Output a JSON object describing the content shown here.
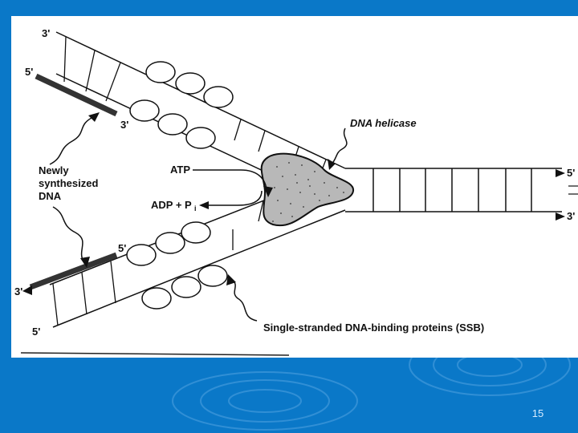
{
  "slide": {
    "page_number": "15",
    "colors": {
      "background": "#0a78c8",
      "panel": "#ffffff",
      "ink": "#111111",
      "helicase_fill": "#b8b8b8"
    }
  },
  "diagram": {
    "labels": {
      "top_left_3": "3'",
      "top_left_5": "5'",
      "top_new_3": "3'",
      "newly_line1": "Newly",
      "newly_line2": "synthesized",
      "newly_line3": "DNA",
      "atp": "ATP",
      "adp": "ADP + P",
      "adp_sub": "i",
      "helicase": "DNA helicase",
      "right_5": "5'",
      "right_3": "3'",
      "bottom_new_5": "5'",
      "bottom_left_3": "3'",
      "bottom_left_5": "5'",
      "ssb": "Single-stranded DNA-binding proteins (SSB)"
    }
  }
}
